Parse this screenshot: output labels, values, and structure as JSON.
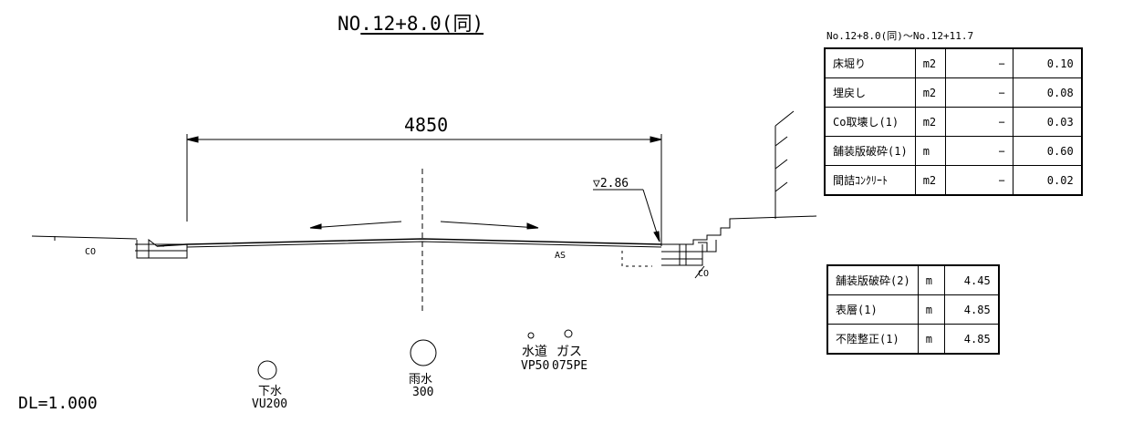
{
  "title": {
    "prefix": "NO",
    "station": ".12+8.0(同)"
  },
  "scale_label": "DL=1.000",
  "section": {
    "width_dimension": "4850",
    "level_mark": "▽2.86",
    "labels": {
      "co_left": "CO",
      "as": "AS",
      "co_right": "CO"
    }
  },
  "utilities": [
    {
      "name": "下水",
      "spec": "VU200"
    },
    {
      "name": "雨水",
      "spec": "300"
    },
    {
      "name": "水道",
      "spec": "VP50"
    },
    {
      "name": "ガス",
      "spec": "075PE"
    }
  ],
  "quantities": {
    "range_label": "No.12+8.0(同)〜No.12+11.7",
    "table1": [
      {
        "item": "床堀り",
        "unit": "m2",
        "col3": "−",
        "value": "0.10"
      },
      {
        "item": "埋戻し",
        "unit": "m2",
        "col3": "−",
        "value": "0.08"
      },
      {
        "item": "Co取壊し(1)",
        "unit": "m2",
        "col3": "−",
        "value": "0.03"
      },
      {
        "item": "舗装版破砕(1)",
        "unit": "m",
        "col3": "−",
        "value": "0.60"
      },
      {
        "item": "間詰ｺﾝｸﾘｰﾄ",
        "unit": "m2",
        "col3": "−",
        "value": "0.02"
      }
    ],
    "table2": [
      {
        "item": "舗装版破砕(2)",
        "unit": "m",
        "value": "4.45"
      },
      {
        "item": "表層(1)",
        "unit": "m",
        "value": "4.85"
      },
      {
        "item": "不陸整正(1)",
        "unit": "m",
        "value": "4.85"
      }
    ]
  }
}
